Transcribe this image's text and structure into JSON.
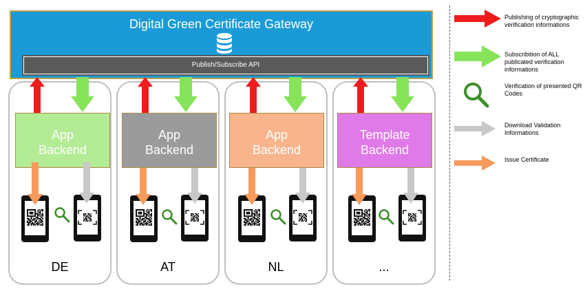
{
  "gateway": {
    "title": "Digital Green Certificate Gateway",
    "api_label": "Publish/Subscribe API"
  },
  "countries": [
    {
      "code": "DE",
      "backend_lines": [
        "App",
        "Backend"
      ],
      "backend_color": "#b3ec95"
    },
    {
      "code": "AT",
      "backend_lines": [
        "App",
        "Backend"
      ],
      "backend_color": "#9b9b9b"
    },
    {
      "code": "NL",
      "backend_lines": [
        "App",
        "Backend"
      ],
      "backend_color": "#f8b58d"
    },
    {
      "code": "...",
      "backend_lines": [
        "Template",
        "Backend"
      ],
      "backend_color": "#e07ae8"
    }
  ],
  "legend": [
    {
      "icon": "red-arrow-icon",
      "text": "Publishing of cryptographic verification informations"
    },
    {
      "icon": "green-arrow-icon",
      "text": "Subscribition of ALL publicated verification informations"
    },
    {
      "icon": "magnifier-icon",
      "text": "Verification of presented QR Codes"
    },
    {
      "icon": "gray-arrow-icon",
      "text": "Download Validation Informations"
    },
    {
      "icon": "orange-arrow-icon",
      "text": "Issue Certificate"
    }
  ],
  "colors": {
    "gateway": "#1a9bd7",
    "api": "#5a5a5a",
    "publish_arrow": "#ee1c1c",
    "subscribe_arrow": "#86e35a",
    "download_arrow": "#c8c8c8",
    "issue_arrow": "#f79a5c",
    "magnifier": "#3d8f2a"
  }
}
